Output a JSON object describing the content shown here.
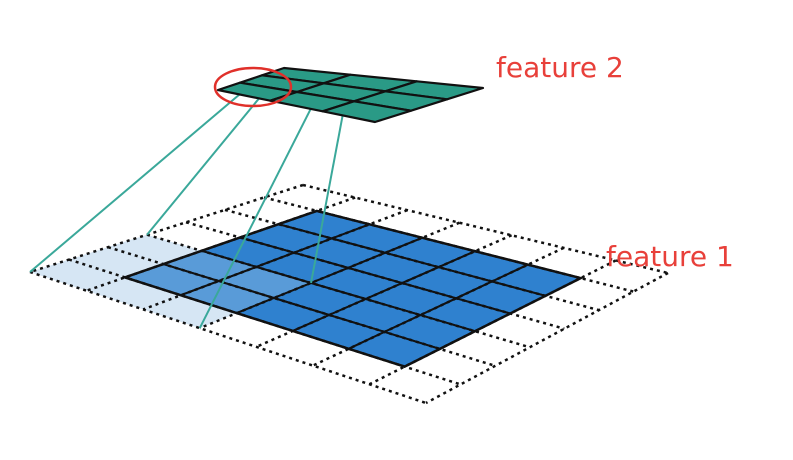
{
  "labels": {
    "feature_top": "feature 2",
    "feature_bottom": "feature 1"
  },
  "grids": {
    "bottom_padded_size": 7,
    "bottom_inner_size": 5,
    "top_size": 3,
    "receptive_field_size": 3
  },
  "colors": {
    "label_red": "#e8403a",
    "highlight_red": "#e0302a",
    "bottom_cell_fill": "#2f81cf",
    "receptive_field_fill": "#d6e6f4",
    "top_cell_fill": "#2a9a86",
    "connector_line": "#3aa89a",
    "grid_line": "#111111"
  }
}
